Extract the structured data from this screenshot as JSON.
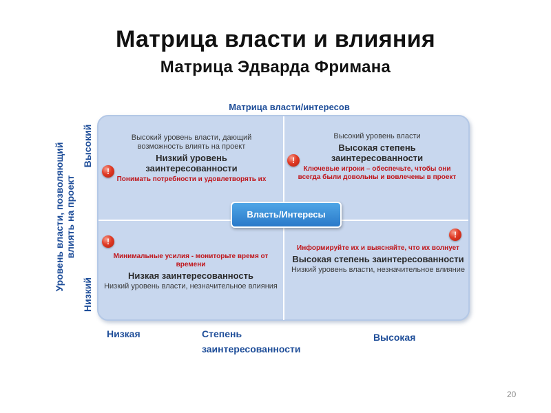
{
  "slide": {
    "title": "Матрица власти и влияния",
    "subtitle": "Матрица Эдварда Фримана",
    "page_number": "20"
  },
  "matrix": {
    "heading": "Матрица власти/интересов",
    "center_label": "Власть/Интересы",
    "y_axis": {
      "title": "Уровень власти, позволяющий влиять на проект",
      "high": "Высокий",
      "low": "Низкий"
    },
    "x_axis": {
      "title": "Степень заинтересованности",
      "low": "Низкая",
      "high": "Высокая"
    },
    "quadrants": {
      "top_left": {
        "line1": "Высокий уровень власти, дающий возможность влиять на проект",
        "headline": "Низкий уровень заинтересованности",
        "action": "Понимать потребности и удовлетворять их"
      },
      "top_right": {
        "line1": "Высокий уровень власти",
        "headline": "Высокая степень заинтересованности",
        "action": "Ключевые игроки – обеспечьте, чтобы они всегда были довольны и вовлечены в проект"
      },
      "bottom_left": {
        "action": "Минимальные усилия - мониторьте время от времени",
        "headline": "Низкая заинтересованность",
        "line2": "Низкий уровень власти, незначительное влияния"
      },
      "bottom_right": {
        "action": "Информируйте их и выясняйте, что их волнует",
        "headline": "Высокая степень заинтересованности",
        "line2": "Низкий уровень власти, незначительное влияние"
      }
    },
    "alert_symbol": "!"
  },
  "colors": {
    "axis_text": "#1f4e99",
    "matrix_fill": "#c8d7ee",
    "alert_red": "#c0161b",
    "badge_blue": "#2a79c9"
  }
}
